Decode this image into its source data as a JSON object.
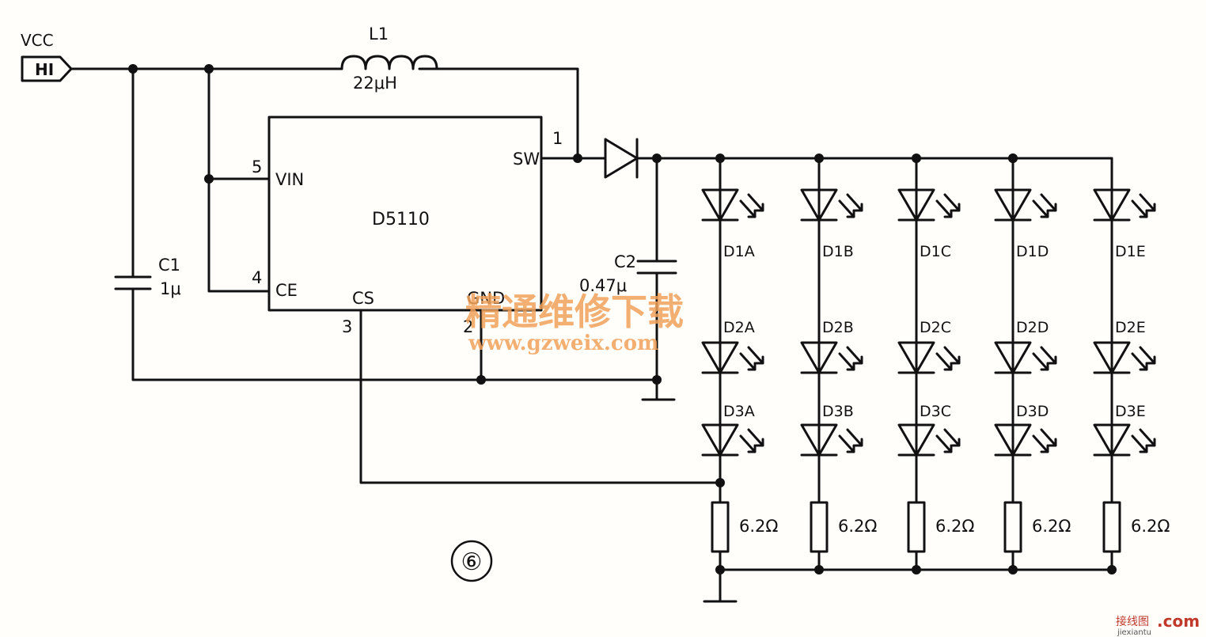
{
  "source": {
    "label": "VCC",
    "tag": "HI"
  },
  "inductor": {
    "ref": "L1",
    "value": "22μH"
  },
  "ic": {
    "name": "D5110",
    "pins": {
      "sw": {
        "name": "SW",
        "num": "1"
      },
      "vin": {
        "name": "VIN",
        "num": "5"
      },
      "ce": {
        "name": "CE",
        "num": "4"
      },
      "cs": {
        "name": "CS",
        "num": "3"
      },
      "gnd": {
        "name": "GND",
        "num": "2"
      }
    }
  },
  "c1": {
    "ref": "C1",
    "value": "1μ"
  },
  "c2": {
    "ref": "C2",
    "value": "0.47μ"
  },
  "columns": [
    {
      "leds": [
        "D1A",
        "D2A",
        "D3A"
      ],
      "resistor": "6.2Ω"
    },
    {
      "leds": [
        "D1B",
        "D2B",
        "D3B"
      ],
      "resistor": "6.2Ω"
    },
    {
      "leds": [
        "D1C",
        "D2C",
        "D3C"
      ],
      "resistor": "6.2Ω"
    },
    {
      "leds": [
        "D1D",
        "D2D",
        "D3D"
      ],
      "resistor": "6.2Ω"
    },
    {
      "leds": [
        "D1E",
        "D2E",
        "D3E"
      ],
      "resistor": "6.2Ω"
    }
  ],
  "figure_number": "⑥",
  "watermark": {
    "title": "精通维修下载",
    "url": "www.gzweix.com"
  },
  "corner_mark": {
    "site": "接线图",
    "com": ".com",
    "url": "jiexiantu"
  }
}
